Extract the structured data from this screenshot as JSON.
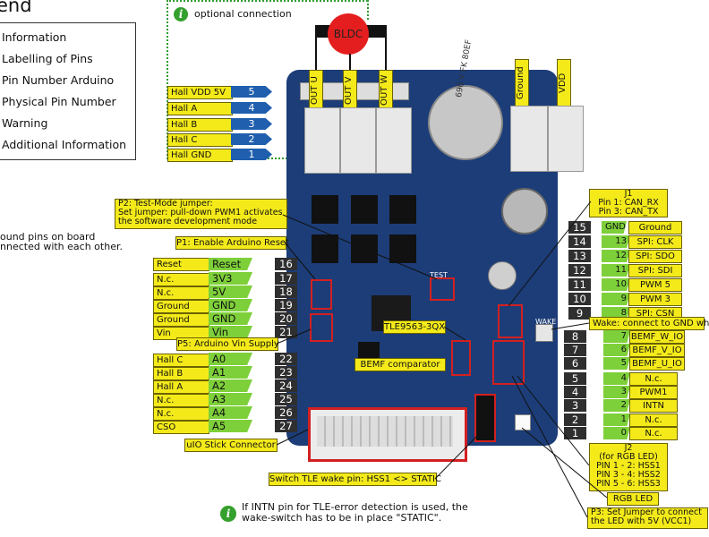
{
  "legend": {
    "title_fragment": "end",
    "items": [
      "Information",
      "Labelling of Pins",
      "Pin Number Arduino",
      "Physical Pin Number",
      "Warning",
      "Additional Information"
    ]
  },
  "left_note": [
    "ound pins on board",
    "nnected with each other."
  ],
  "optional_connection": "optional connection",
  "motor_label": "BLDC",
  "outputs": [
    "OUT U",
    "OUT V",
    "OUT W"
  ],
  "power_labels": [
    "Ground",
    "VDD"
  ],
  "hall_pins": [
    {
      "label": "Hall VDD 5V",
      "pin": "5"
    },
    {
      "label": "Hall A",
      "pin": "4"
    },
    {
      "label": "Hall B",
      "pin": "3"
    },
    {
      "label": "Hall C",
      "pin": "2"
    },
    {
      "label": "Hall GND",
      "pin": "1"
    }
  ],
  "p2_note": [
    "P2: Test-Mode jumper:",
    "Set jumper: pull-down PWM1 activates",
    "the software development mode"
  ],
  "p1_note": "P1: Enable Arduino Reset",
  "left_pins": [
    {
      "label": "Reset",
      "arduino": "Reset",
      "pin": "16"
    },
    {
      "label": "N.c.",
      "arduino": "3V3",
      "pin": "17"
    },
    {
      "label": "N.c.",
      "arduino": "5V",
      "pin": "18"
    },
    {
      "label": "Ground",
      "arduino": "GND",
      "pin": "19"
    },
    {
      "label": "Ground",
      "arduino": "GND",
      "pin": "20"
    },
    {
      "label": "Vin",
      "arduino": "Vin",
      "pin": "21"
    }
  ],
  "p5_note": "P5: Arduino Vin Supply",
  "analog_pins": [
    {
      "label": "Hall C",
      "arduino": "A0",
      "pin": "22"
    },
    {
      "label": "Hall B",
      "arduino": "A1",
      "pin": "23"
    },
    {
      "label": "Hall A",
      "arduino": "A2",
      "pin": "24"
    },
    {
      "label": "N.c.",
      "arduino": "A3",
      "pin": "25"
    },
    {
      "label": "N.c.",
      "arduino": "A4",
      "pin": "26"
    },
    {
      "label": "CSO",
      "arduino": "A5",
      "pin": "27"
    }
  ],
  "uio_note": "uIO Stick Connector",
  "tle_chip": "TLE9563-3QX",
  "bemf_note": "BEMF comparator",
  "switch_note": "Switch TLE wake pin: HSS1 <> STATIC",
  "bottom_note": [
    "If INTN pin for TLE-error detection is used, the",
    "wake-switch has to be in place \"STATIC\"."
  ],
  "j1_note": [
    "J1",
    "Pin 1: CAN_RX",
    "Pin 3: CAN_TX"
  ],
  "right_top_pins": [
    {
      "pin": "15",
      "arduino": "GND",
      "label": "Ground"
    },
    {
      "pin": "14",
      "arduino": "13",
      "label": "SPI: CLK"
    },
    {
      "pin": "13",
      "arduino": "12",
      "label": "SPI: SDO"
    },
    {
      "pin": "12",
      "arduino": "11",
      "label": "SPI: SDI"
    },
    {
      "pin": "11",
      "arduino": "10",
      "label": "PWM 5"
    },
    {
      "pin": "10",
      "arduino": "9",
      "label": "PWM 3"
    },
    {
      "pin": "9",
      "arduino": "8",
      "label": "SPI: CSN"
    }
  ],
  "wake_note": "Wake: connect to GND wh",
  "right_bottom_pins": [
    {
      "pin": "8",
      "arduino": "7",
      "label": "BEMF_W_IO"
    },
    {
      "pin": "7",
      "arduino": "6",
      "label": "BEMF_V_IO"
    },
    {
      "pin": "6",
      "arduino": "5",
      "label": "BEMF_U_IO"
    },
    {
      "pin": "5",
      "arduino": "4",
      "label": "N.c."
    },
    {
      "pin": "4",
      "arduino": "3",
      "label": "PWM1"
    },
    {
      "pin": "3",
      "arduino": "2",
      "label": "INTN"
    },
    {
      "pin": "2",
      "arduino": "1",
      "label": "N.c."
    },
    {
      "pin": "1",
      "arduino": "0",
      "label": "N.c."
    }
  ],
  "j2_note": [
    "J2",
    "(for RGB LED)",
    "PIN 1 - 2: HSS1",
    "PIN 3 - 4: HSS2",
    "PIN 5 - 6: HSS3"
  ],
  "rgb_note": "RGB LED",
  "p3_note": [
    "P3: Set Jumper to connect",
    "the LED with 5V (VCC1)"
  ],
  "board_texts": {
    "wake": "WAKE",
    "test": "TEST",
    "cap": "690 V FK 80EF"
  },
  "colors": {
    "pcb": "#1c3d78",
    "label_yellow": "#f4ea1a",
    "arduino_green": "#7ed03a",
    "pin_black": "#2f2f2f",
    "hall_blue": "#1f5fae",
    "warning_red": "#d32020"
  }
}
